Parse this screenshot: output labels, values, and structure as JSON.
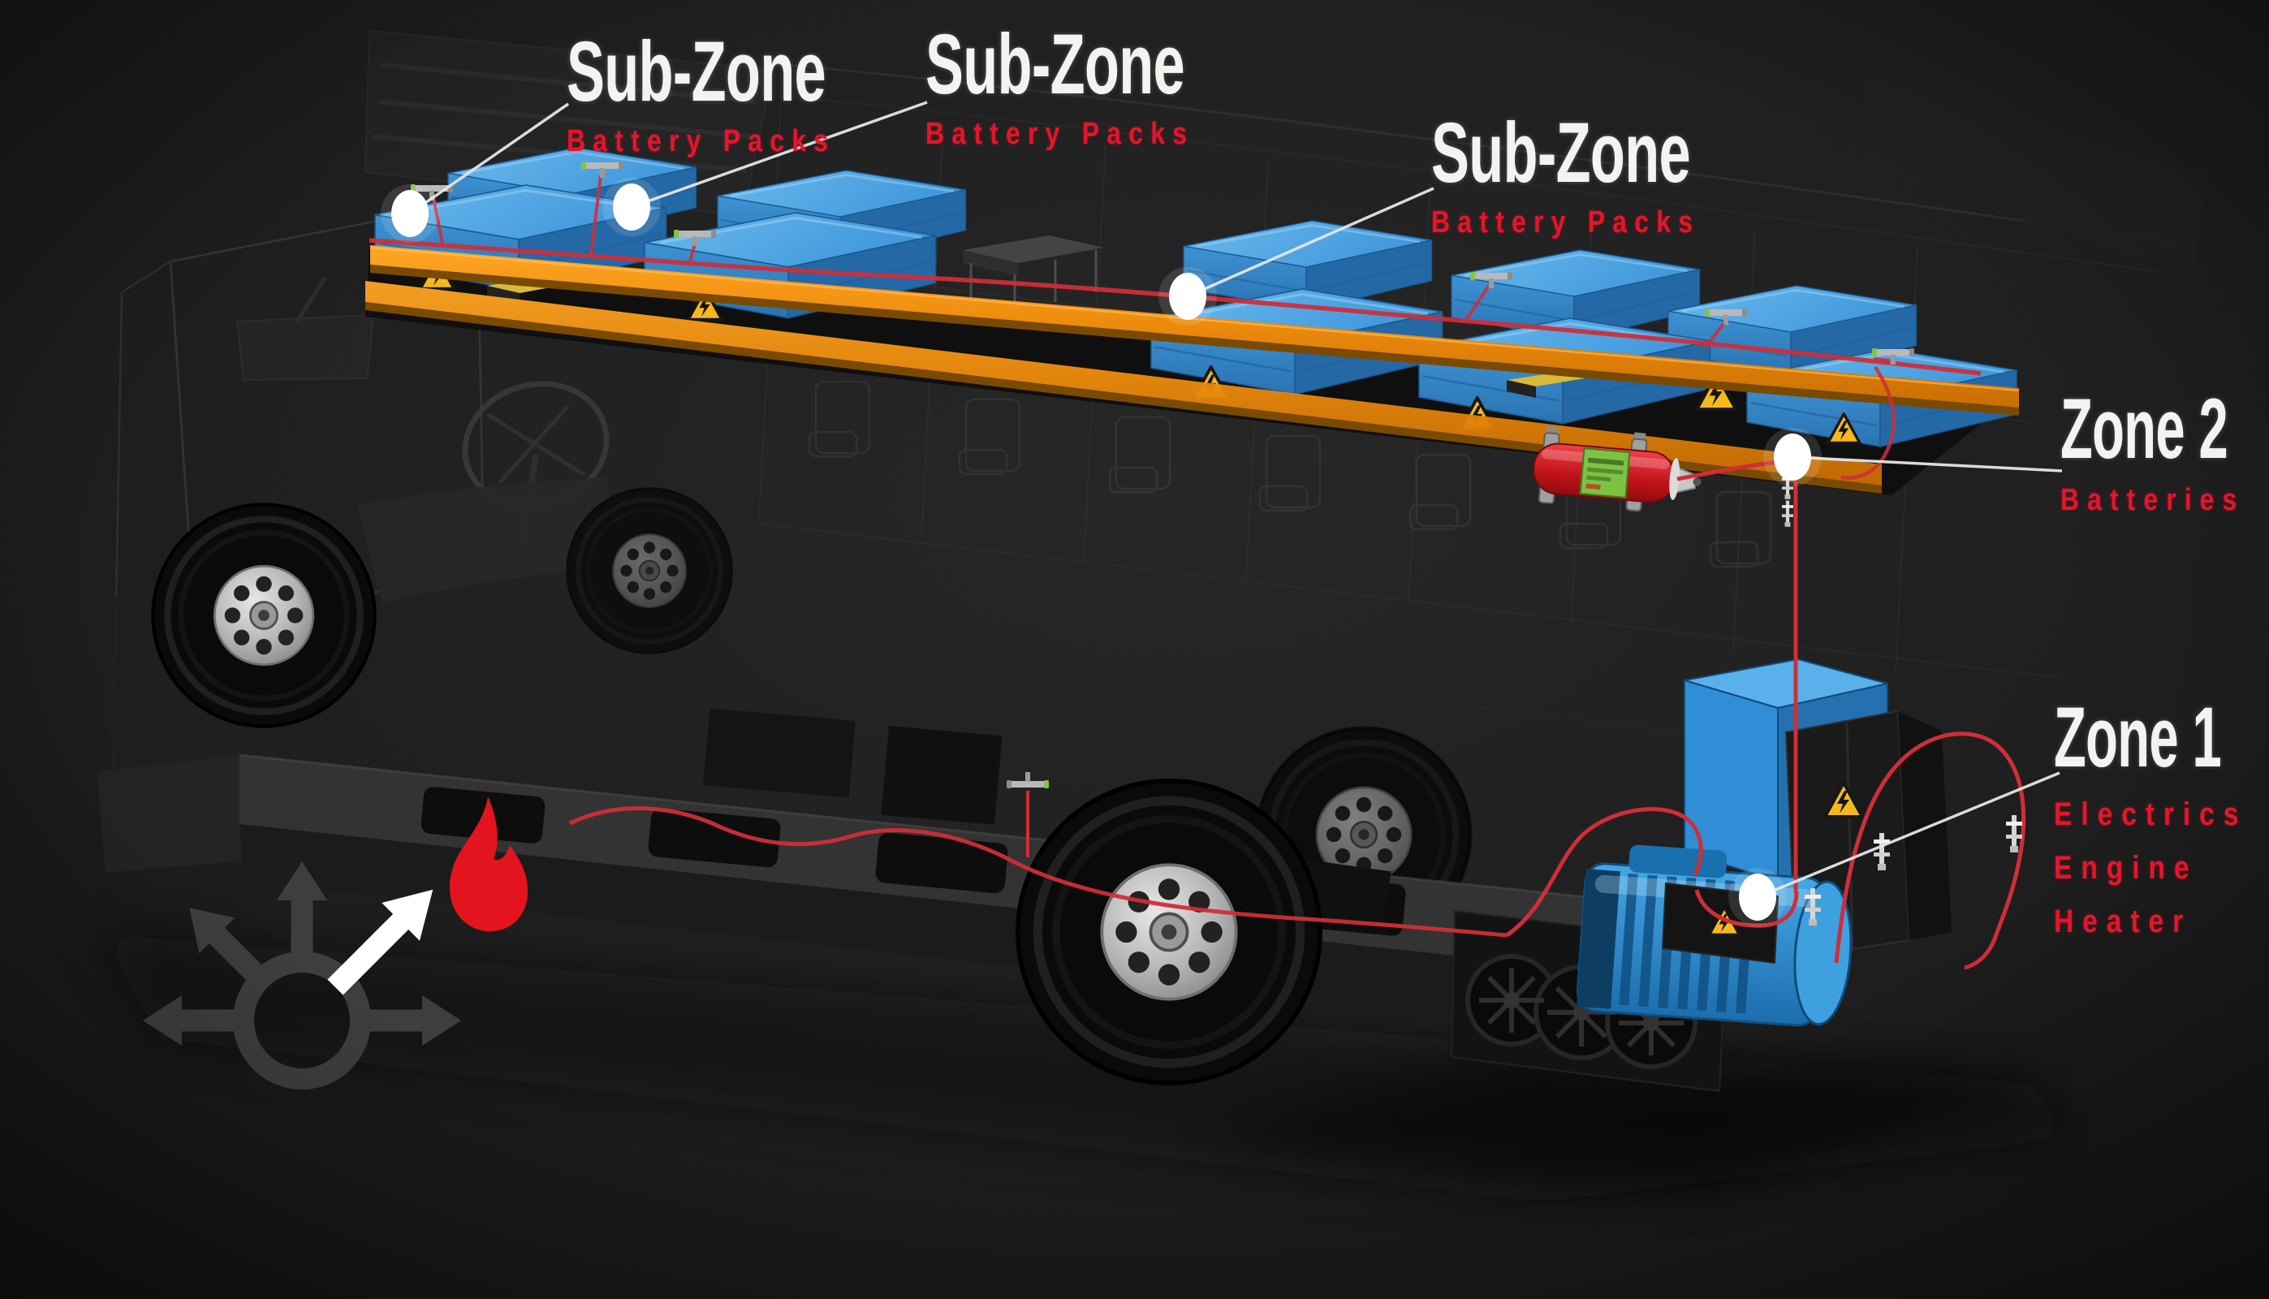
{
  "labels": {
    "subzones": [
      {
        "title": "Sub-Zone",
        "subtitle": "Battery Packs"
      },
      {
        "title": "Sub-Zone",
        "subtitle": "Battery Packs"
      },
      {
        "title": "Sub-Zone",
        "subtitle": "Battery Packs"
      }
    ],
    "zone2": {
      "title": "Zone 2",
      "subtitle": "Batteries"
    },
    "zone1": {
      "title": "Zone 1",
      "lines": [
        "Electrics",
        "Engine",
        "Heater"
      ]
    }
  },
  "colors": {
    "label_title": "#f5f3ef",
    "label_accent": "#e5152b",
    "battery_pack_blue": "#4aa3e2",
    "rail_orange": "#ef8d0e",
    "suppression_tube_red": "#cf2e38",
    "extinguisher_red": "#d8232a",
    "extinguisher_label_green": "#7dc242",
    "warning_yellow": "#f5b91c",
    "motor_blue": "#2f9be2",
    "flame_red": "#e3141e",
    "icon_gray": "#3e3e3e",
    "leader_white": "#e6e6e6",
    "bg": "#1d1d1d"
  },
  "icons": [
    {
      "name": "multi-direction-arrows-icon"
    },
    {
      "name": "flame-icon"
    },
    {
      "name": "high-voltage-warning-icon"
    },
    {
      "name": "fire-extinguisher"
    },
    {
      "name": "zone-marker-dot"
    }
  ]
}
